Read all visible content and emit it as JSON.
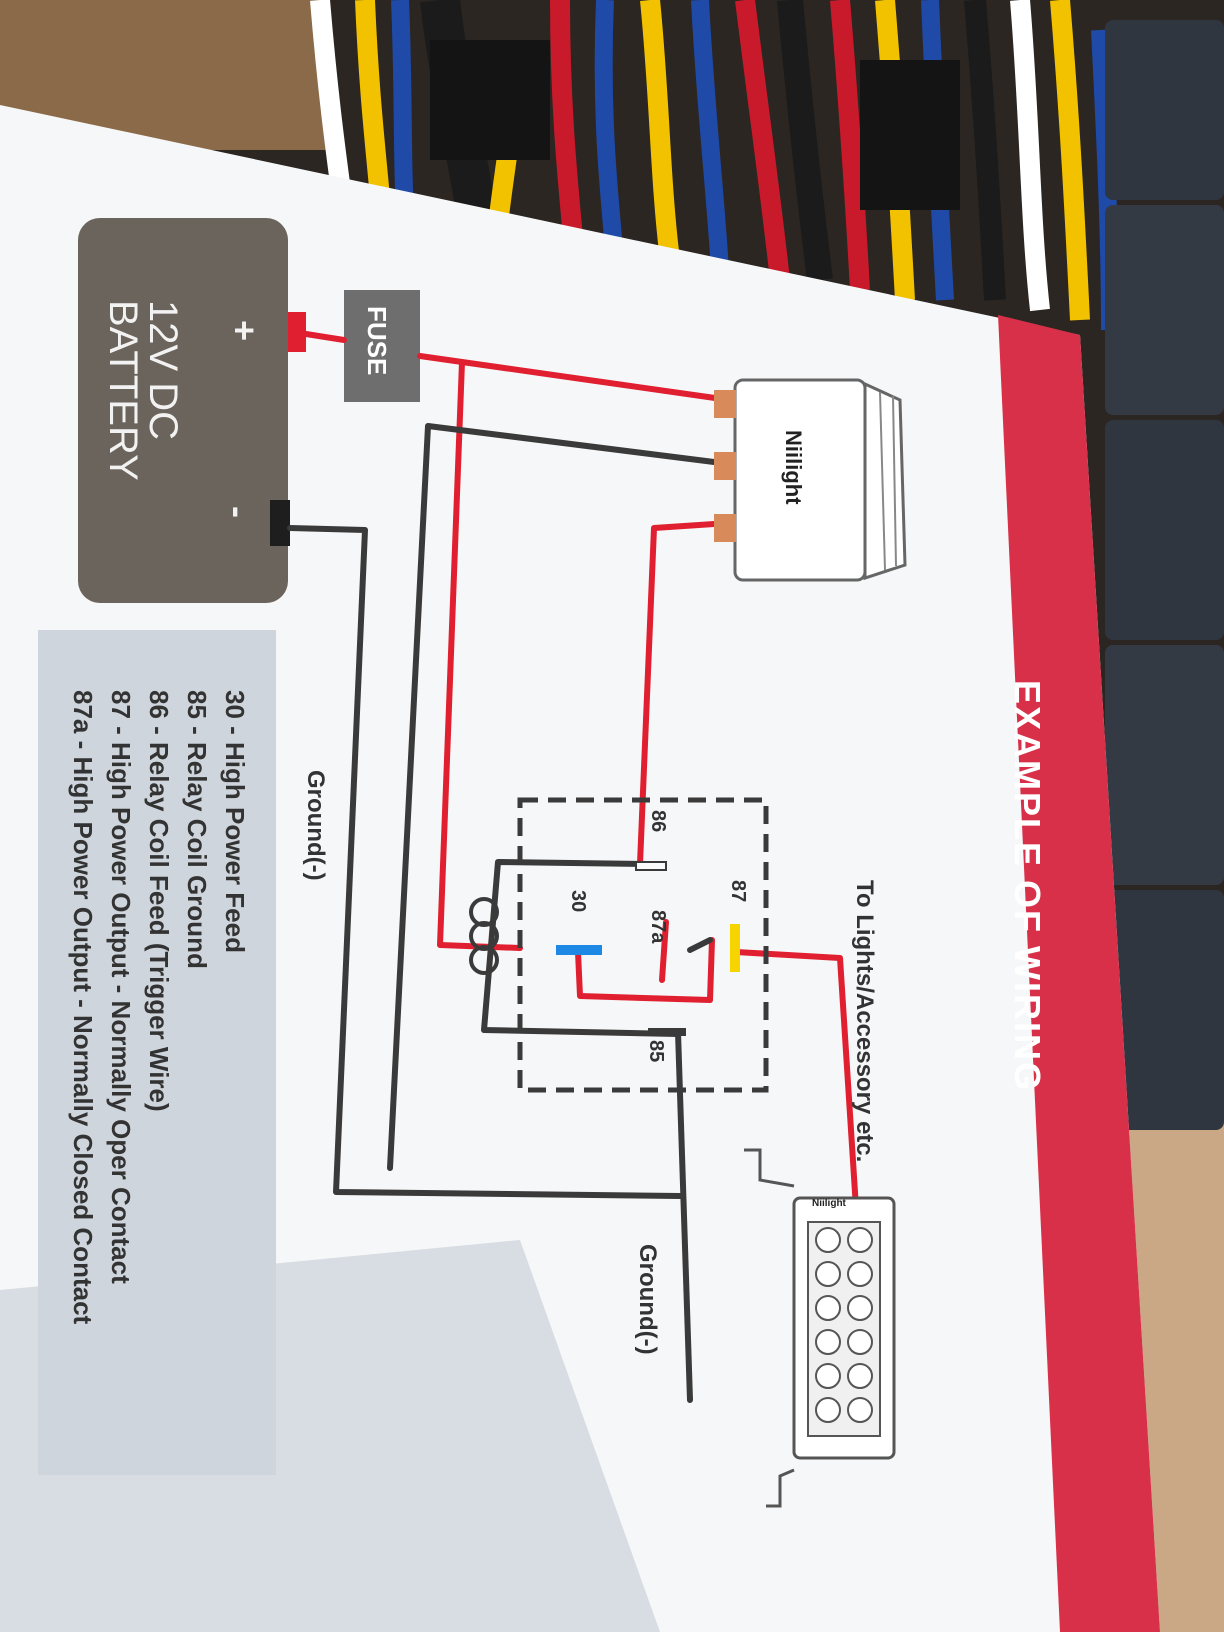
{
  "diagram": {
    "title": "EXAMPLE OF WIRING",
    "battery": {
      "label_line1": "12V DC",
      "label_line2": "BATTERY",
      "plus": "+",
      "minus": "-"
    },
    "fuse": {
      "label": "FUSE"
    },
    "switch": {
      "brand": "Niilight"
    },
    "lightbar": {
      "brand": "Niilight"
    },
    "relay": {
      "pin_30": "30",
      "pin_85": "85",
      "pin_86": "86",
      "pin_87": "87",
      "pin_87a": "87a"
    },
    "labels": {
      "to_lights": "To Lights/Accessory etc.",
      "ground_left": "Ground(-)",
      "ground_right": "Ground(-)"
    },
    "legend": [
      "30 - High Power Feed",
      "85 - Relay Coil Ground",
      "86 - Relay Coil Feed (Trigger Wire)",
      "87 - High Power Output - Normally Oper Contact",
      "87a - High Power Output - Normally Closed Contact"
    ],
    "colors": {
      "accent": "#d9304a",
      "wire_red": "#e02030",
      "wire_black": "#3a3a3a",
      "pin_30": "#1e88e5",
      "pin_87": "#f5d400",
      "battery": "#6b645c",
      "fuse": "#6e6e6e",
      "paper": "#f6f7f8"
    }
  }
}
